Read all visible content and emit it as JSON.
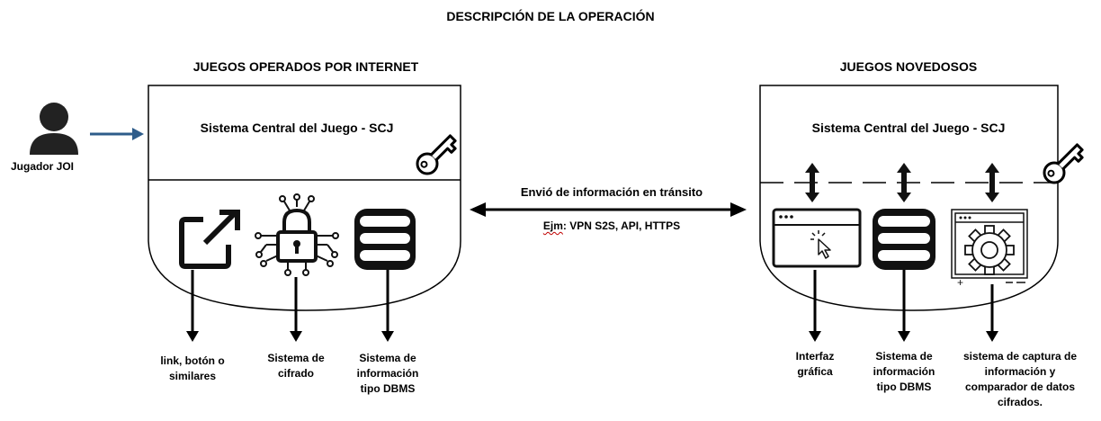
{
  "title": "DESCRIPCIÓN DE LA OPERACIÓN",
  "left_section": {
    "heading": "JUEGOS OPERADOS POR INTERNET",
    "system_label": "Sistema Central del Juego - SCJ",
    "player_label": "Jugador JOI",
    "components": [
      {
        "icon": "external-link-icon",
        "label": "link, botón o\nsimilares"
      },
      {
        "icon": "encryption-lock-icon",
        "label": "Sistema de\ncifrado"
      },
      {
        "icon": "database-icon",
        "label": "Sistema de\ninformación\ntipo DBMS"
      }
    ]
  },
  "right_section": {
    "heading": "JUEGOS NOVEDOSOS",
    "system_label": "Sistema Central del Juego - SCJ",
    "components": [
      {
        "icon": "browser-window-icon",
        "label": "Interfaz\ngráfica"
      },
      {
        "icon": "database-icon",
        "label": "Sistema de\ninformación\ntipo DBMS"
      },
      {
        "icon": "gear-window-icon",
        "label": "sistema de captura de\ninformación y\ncomparador de datos\ncifrados."
      }
    ]
  },
  "transit": {
    "label": "Envió de información en tránsito",
    "example_prefix": "Ejm",
    "example_rest": ": VPN S2S, API, HTTPS"
  },
  "colors": {
    "player_arrow": "#2e5c8a",
    "line": "#000000",
    "icon": "#111111"
  }
}
